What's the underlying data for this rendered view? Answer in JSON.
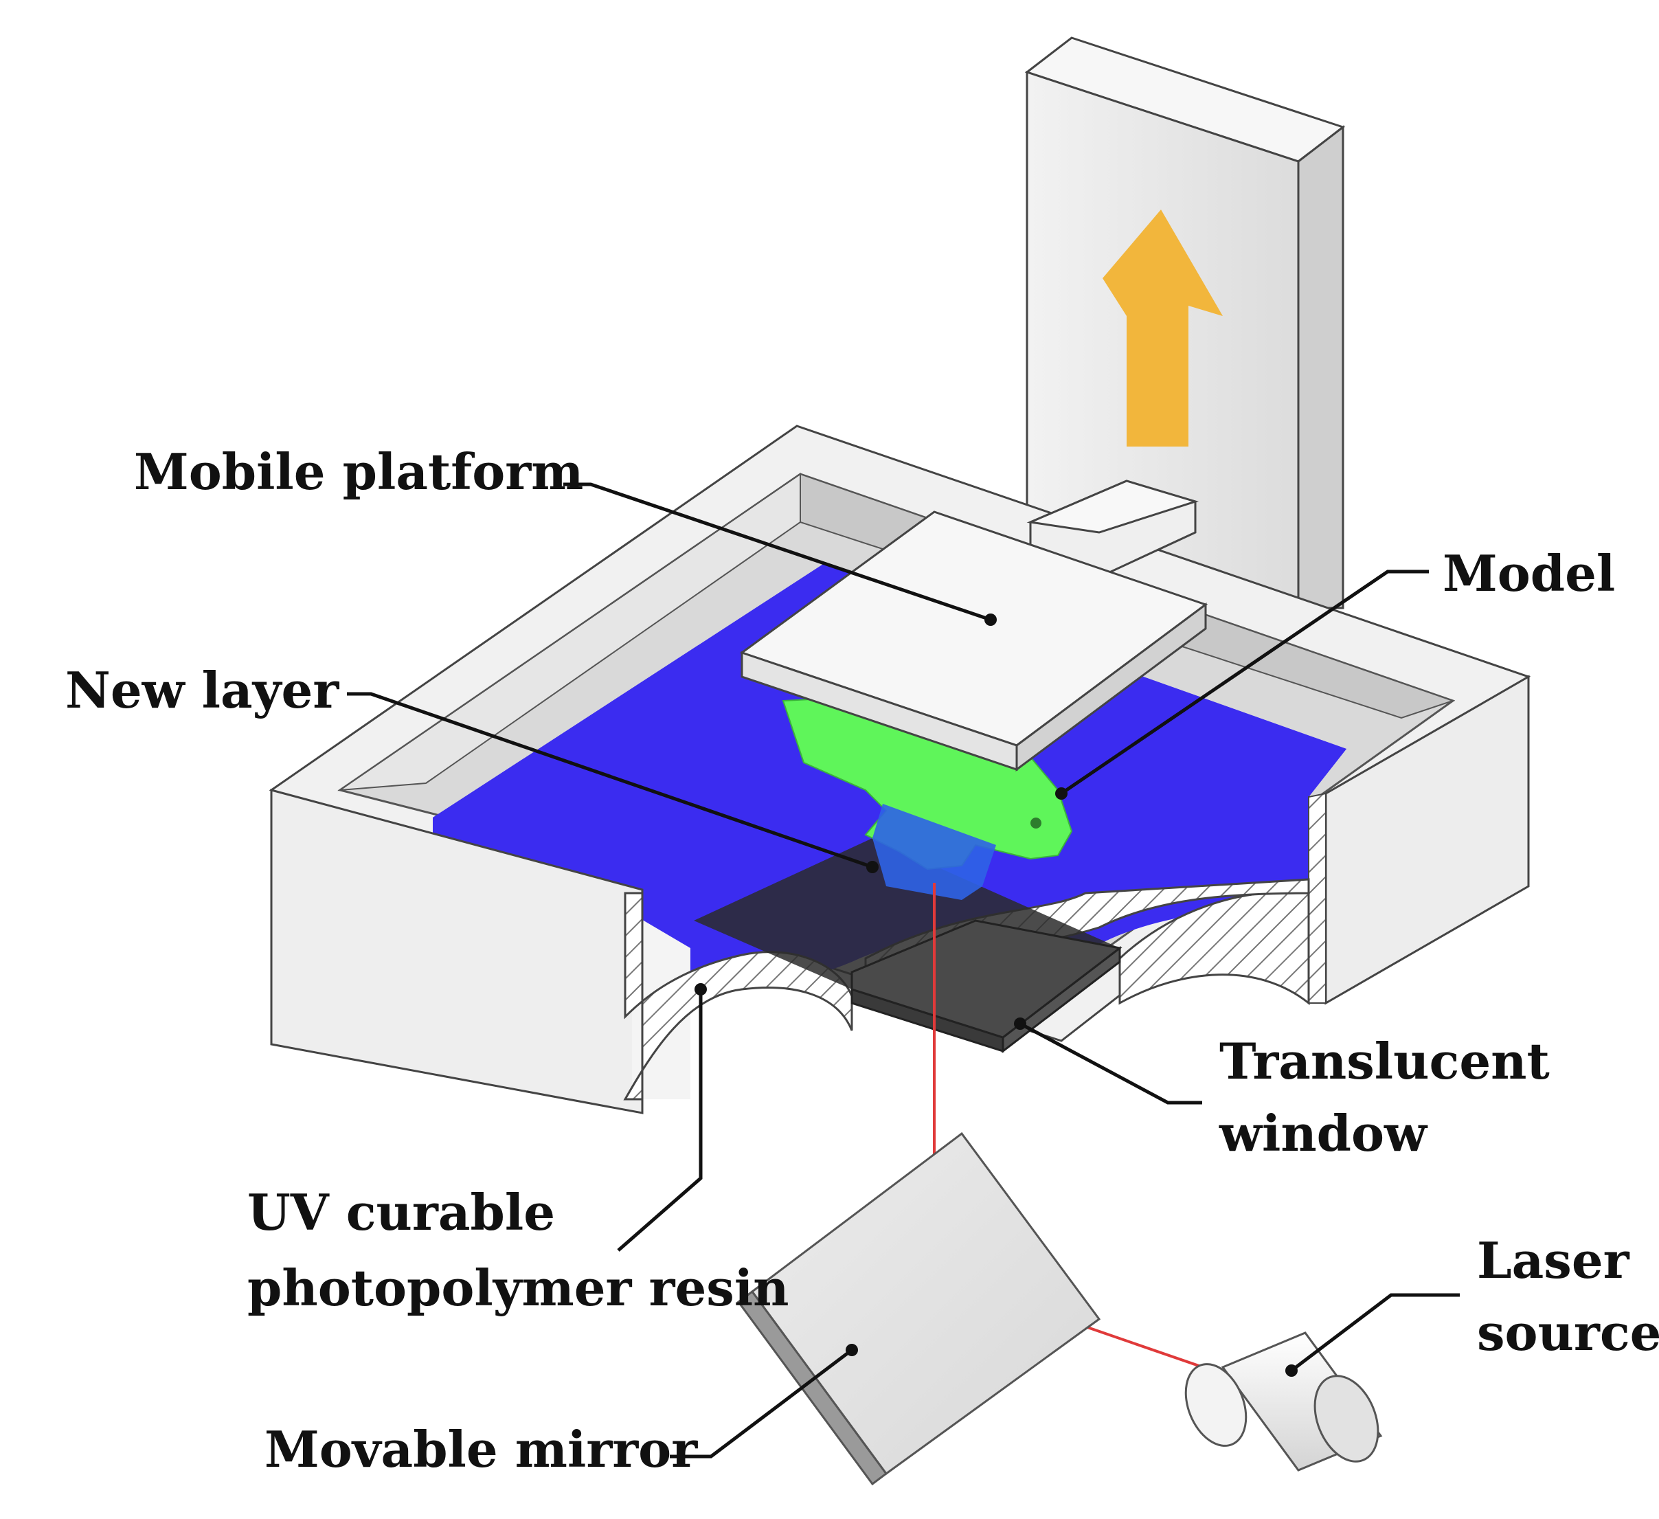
{
  "labels": {
    "mobile_platform": "Mobile platform",
    "model": "Model",
    "new_layer": "New layer",
    "translucent_window_line1": "Translucent",
    "translucent_window_line2": "window",
    "uv_resin_line1": "UV curable",
    "uv_resin_line2": "photopolymer resin",
    "laser_source_line1": "Laser",
    "laser_source_line2": "source",
    "movable_mirror": "Movable mirror"
  },
  "colors": {
    "resin": "#3b2cf0",
    "model": "#5ff55a",
    "new_layer": "#2f63e6",
    "arrow": "#f2b63c",
    "laser_beam": "#e03a3a",
    "window": "#3a3a3a",
    "structure": "#ededed"
  }
}
